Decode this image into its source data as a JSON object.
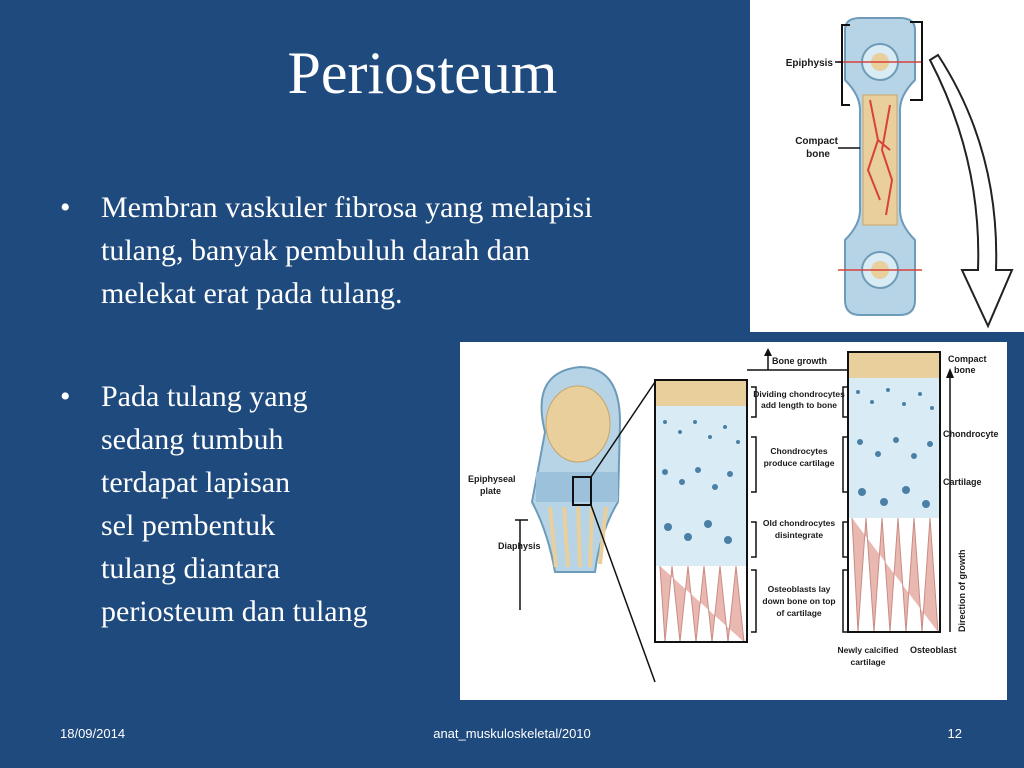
{
  "slide": {
    "title": "Periosteum",
    "bullets": [
      {
        "lines": [
          "Membran vaskuler fibrosa yang melapisi",
          "tulang, banyak pembuluh darah dan",
          "melekat erat pada tulang."
        ]
      },
      {
        "lines": [
          "Pada tulang yang",
          "sedang tumbuh",
          "terdapat lapisan",
          "sel pembentuk",
          "tulang diantara",
          "periosteum dan tulang"
        ]
      }
    ],
    "bullet_glyph": "•"
  },
  "figure_bone": {
    "labels": {
      "epiphysis": "Epiphysis",
      "compact_line1": "Compact",
      "compact_line2": "bone"
    }
  },
  "figure_growth": {
    "labels": {
      "bone_growth": "Bone growth",
      "compact_line1": "Compact",
      "compact_line2": "bone",
      "dividing_line1": "Dividing chondrocytes",
      "dividing_line2": "add length to bone",
      "chondrocyte": "Chondrocyte",
      "chondrocytes_line1": "Chondrocytes",
      "chondrocytes_line2": "produce cartilage",
      "cartilage": "Cartilage",
      "epiphyseal_line1": "Epiphyseal",
      "epiphyseal_line2": "plate",
      "old_line1": "Old chondrocytes",
      "old_line2": "disintegrate",
      "diaphysis": "Diaphysis",
      "direction": "Direction of growth",
      "osteoblasts_line1": "Osteoblasts lay",
      "osteoblasts_line2": "down bone on top",
      "osteoblasts_line3": "of cartilage",
      "newly_line1": "Newly calcified",
      "newly_line2": "cartilage",
      "osteoblast": "Osteoblast"
    }
  },
  "footer": {
    "date": "18/09/2014",
    "center": "anat_muskuloskeletal/2010",
    "page": "12"
  },
  "colors": {
    "background": "#1f4a7e",
    "text": "#ffffff"
  }
}
